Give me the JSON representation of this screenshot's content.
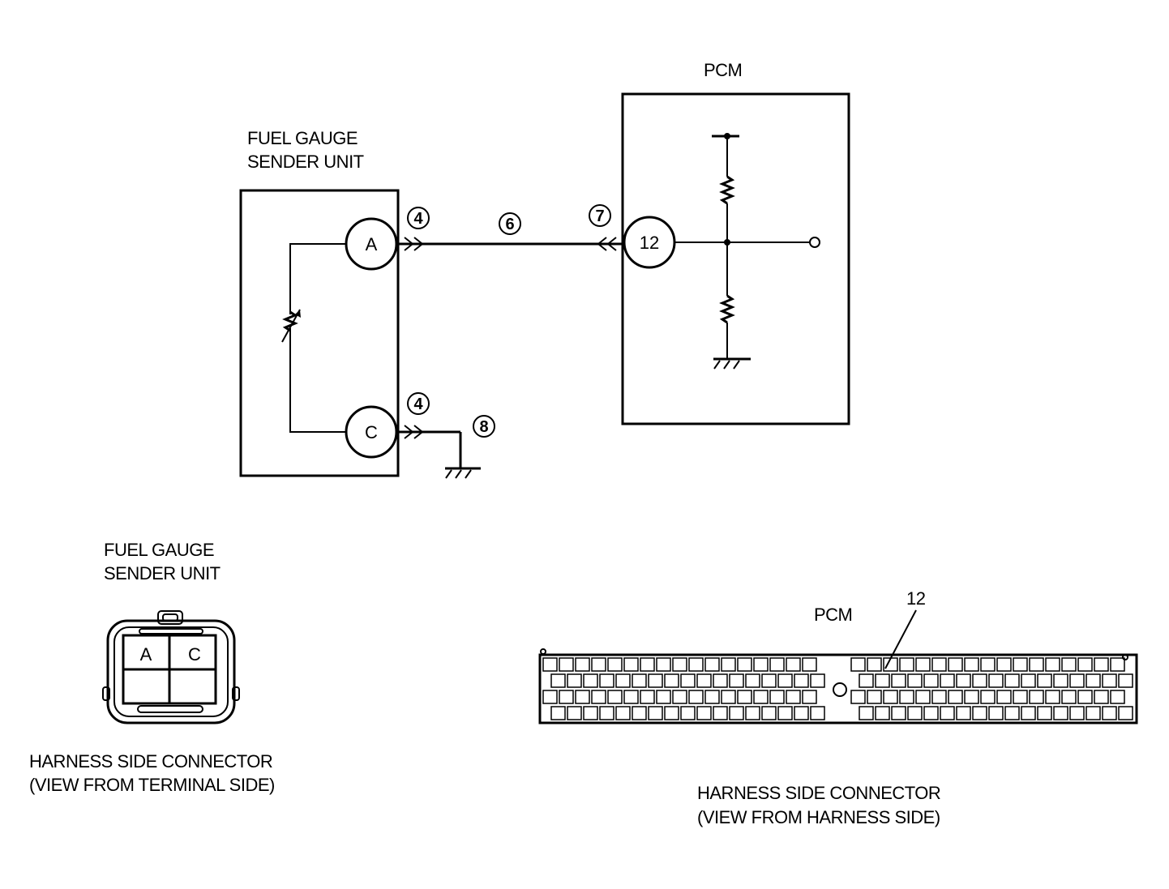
{
  "schematic": {
    "sender_title": [
      "FUEL GAUGE",
      "SENDER UNIT"
    ],
    "pcm_title": "PCM",
    "sender_pins": [
      "A",
      "C"
    ],
    "pcm_pin": "12",
    "callouts": {
      "conn_a": "4",
      "conn_c": "4",
      "wire": "6",
      "pcm_conn": "7",
      "ground": "8"
    }
  },
  "sender_connector": {
    "title": [
      "FUEL GAUGE",
      "SENDER UNIT"
    ],
    "terminals": [
      "A",
      "C",
      "",
      ""
    ],
    "caption": [
      "HARNESS SIDE CONNECTOR",
      "(VIEW FROM TERMINAL SIDE)"
    ]
  },
  "pcm_connector": {
    "title": "PCM",
    "pin_label": "12",
    "caption": [
      "HARNESS SIDE CONNECTOR",
      "(VIEW FROM HARNESS SIDE)"
    ]
  }
}
